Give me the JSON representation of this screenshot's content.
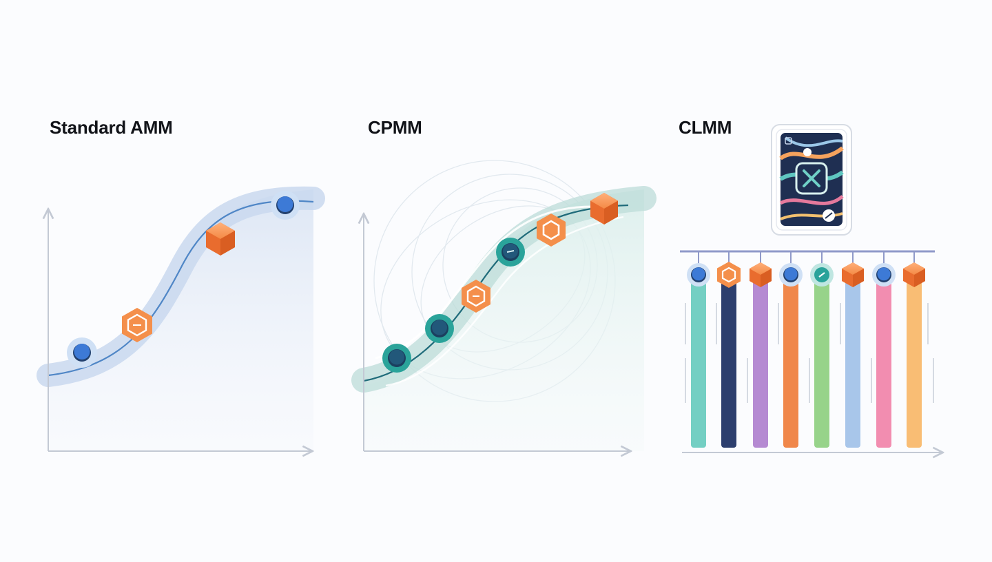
{
  "panels": [
    {
      "title": "Standard AMM"
    },
    {
      "title": "CPMM"
    },
    {
      "title": "CLMM"
    }
  ],
  "colors": {
    "background": "#fbfcfe",
    "axis": "#c3c9d4",
    "curve_blue": "#4f86c6",
    "band_blue": "#c9d8ee",
    "band_teal": "#cfe6e4",
    "curve_teal": "#1f6b7a",
    "token_blue": "#3d7ad6",
    "token_navy": "#23416e",
    "token_teal": "#2aa39a",
    "token_orange": "#f0823c",
    "bars": [
      "#74cfc3",
      "#2d3f6e",
      "#b58ad2",
      "#f0874a",
      "#97d38a",
      "#a8c6ea",
      "#f28db0",
      "#f9bd74"
    ]
  },
  "icons": {
    "token": "coin-token-icon",
    "hex_token": "hexagon-token-icon",
    "cube_token": "cube-token-icon",
    "nft_card": "nft-card-icon"
  }
}
